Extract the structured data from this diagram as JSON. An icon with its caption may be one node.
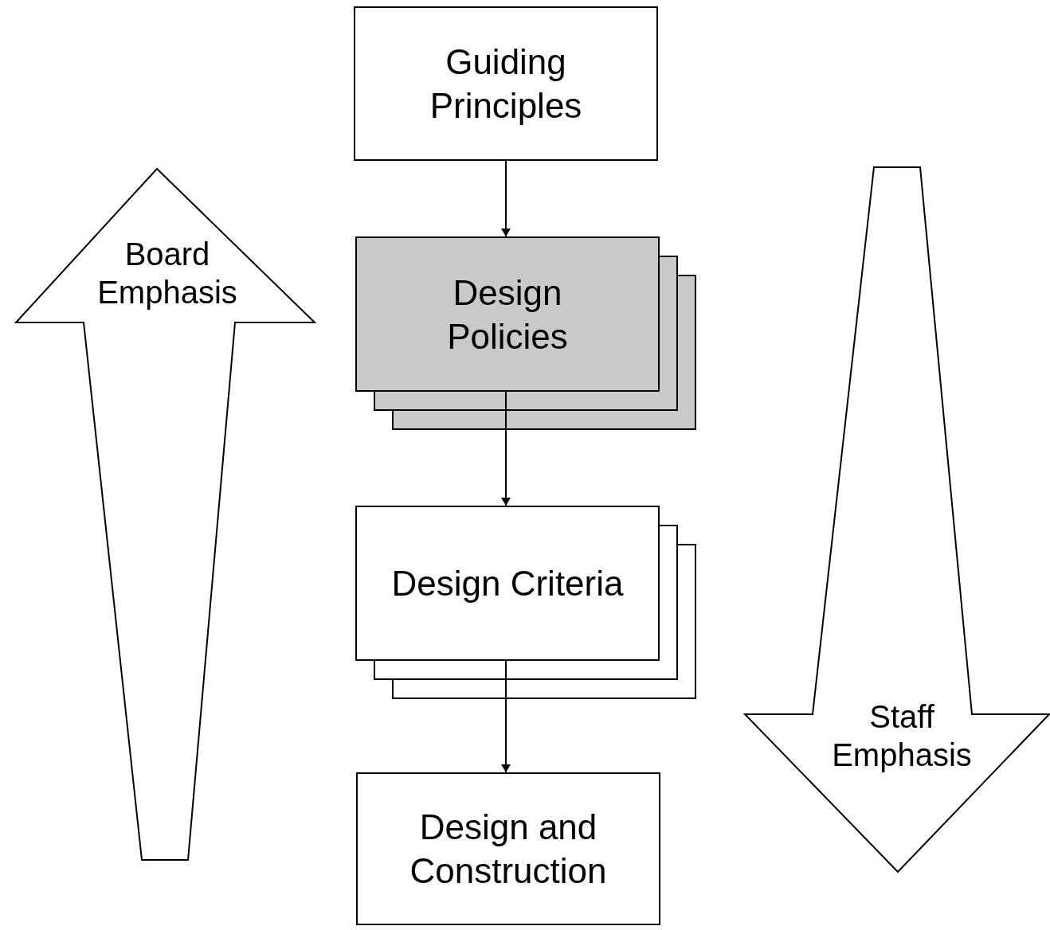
{
  "diagram": {
    "nodes": [
      {
        "text": [
          "Guiding Principles"
        ]
      },
      {
        "text": [
          "Design Policies"
        ]
      },
      {
        "text": [
          "Design Criteria"
        ]
      },
      {
        "text": [
          "Design and Construction"
        ]
      },
      {
        "text": [
          "Board Emphasis"
        ]
      },
      {
        "text": [
          "Staff Emphasis"
        ]
      }
    ],
    "edges": [
      {
        "from": 0,
        "to": 1,
        "arrow": "to"
      },
      {
        "from": 1,
        "to": 2,
        "arrow": "to"
      },
      {
        "from": 2,
        "to": 3,
        "arrow": "to"
      }
    ]
  }
}
